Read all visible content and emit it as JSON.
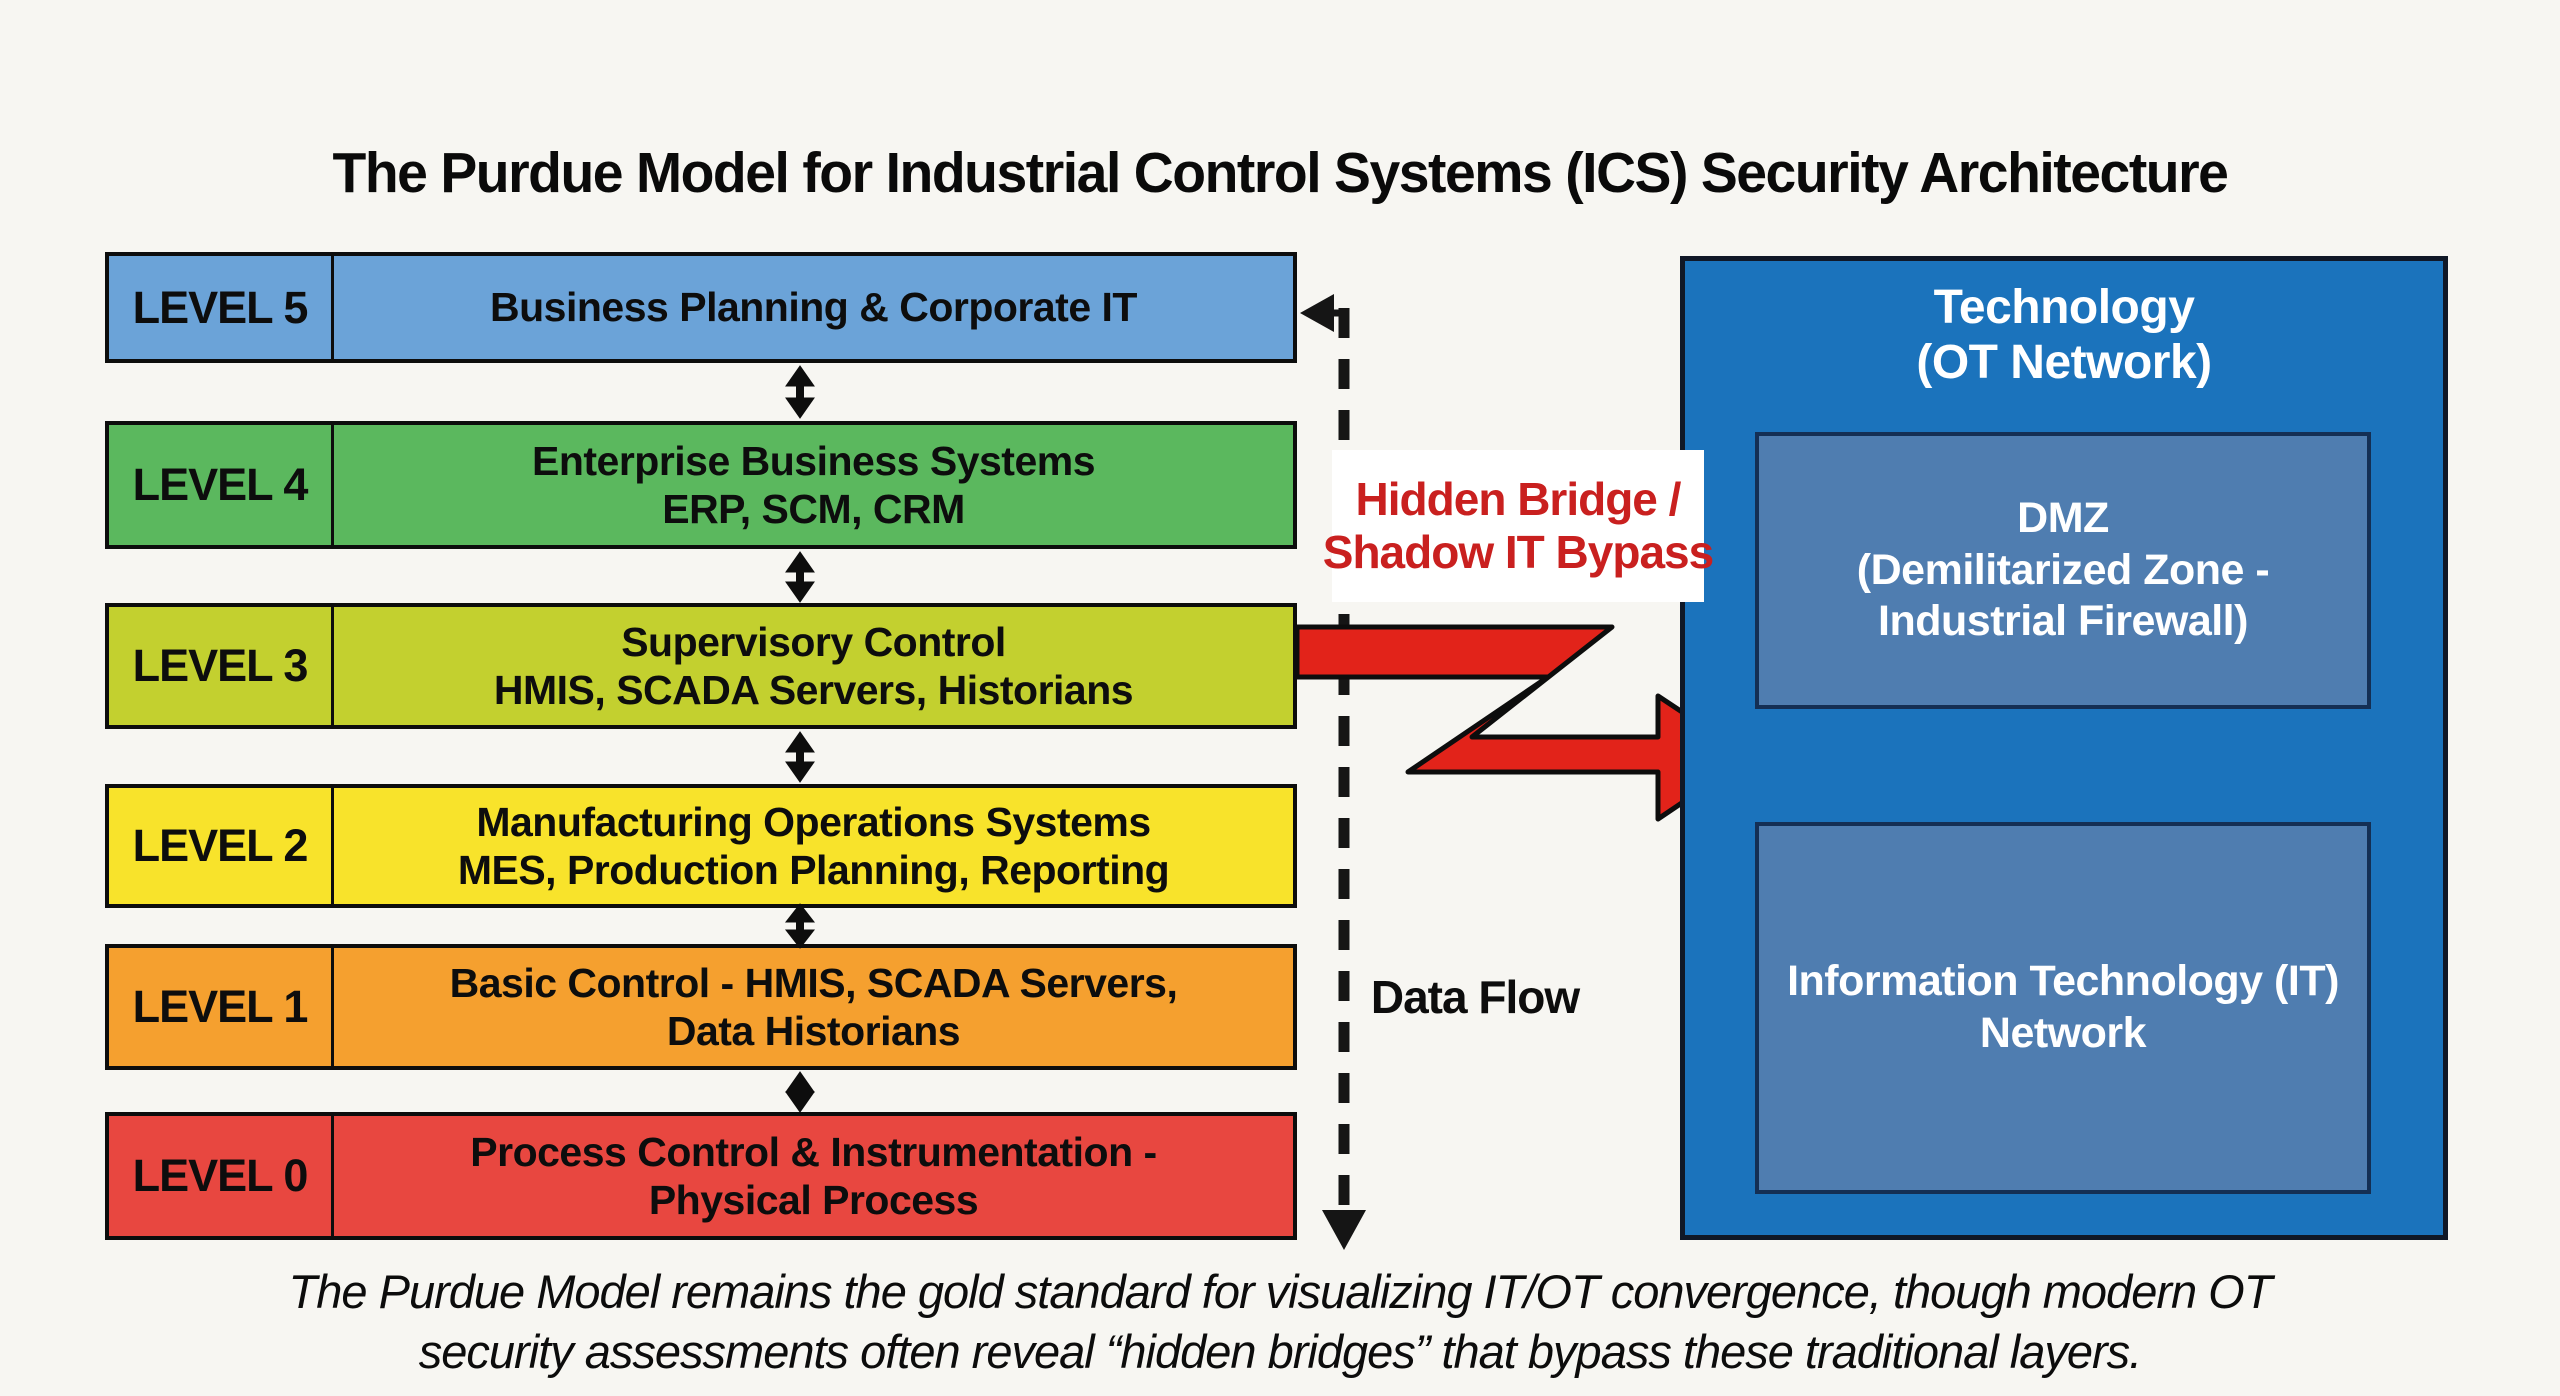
{
  "title": "The Purdue Model for Industrial Control Systems (ICS) Security Architecture",
  "levels": [
    {
      "name": "LEVEL 5",
      "lines": [
        "Business Planning & Corporate IT"
      ],
      "color": "#6ba3d8"
    },
    {
      "name": "LEVEL 4",
      "lines": [
        "Enterprise Business Systems",
        "ERP, SCM, CRM"
      ],
      "color": "#5bb85e"
    },
    {
      "name": "LEVEL 3",
      "lines": [
        "Supervisory Control",
        "HMIS, SCADA Servers, Historians"
      ],
      "color": "#c3d02f"
    },
    {
      "name": "LEVEL 2",
      "lines": [
        "Manufacturing Operations Systems",
        "MES, Production Planning, Reporting"
      ],
      "color": "#f8e32b"
    },
    {
      "name": "LEVEL 1",
      "lines": [
        "Basic Control - HMIS, SCADA Servers,",
        "Data Historians"
      ],
      "color": "#f5a02f"
    },
    {
      "name": "LEVEL 0",
      "lines": [
        "Process Control & Instrumentation -",
        "Physical Process"
      ],
      "color": "#e84740"
    }
  ],
  "bridge": {
    "line1": "Hidden Bridge /",
    "line2": "Shadow IT Bypass",
    "text_color": "#c9201f",
    "arrow_color": "#e2231a"
  },
  "data_flow_label": "Data Flow",
  "ot_panel": {
    "title_line1": "Technology",
    "title_line2": "(OT Network)",
    "background": "#1b73bc",
    "dmz_box": {
      "line1": "DMZ",
      "line2": "(Demilitarized Zone -",
      "line3": "Industrial Firewall)",
      "background": "#4f7db0"
    },
    "it_box": {
      "line1": "Information Technology (IT)",
      "line2": "Network",
      "background": "#4f7db0"
    }
  },
  "caption": {
    "line1": "The Purdue Model remains the gold standard for visualizing IT/OT convergence, though modern OT",
    "line2": "security assessments often reveal “hidden bridges” that bypass these traditional layers."
  }
}
